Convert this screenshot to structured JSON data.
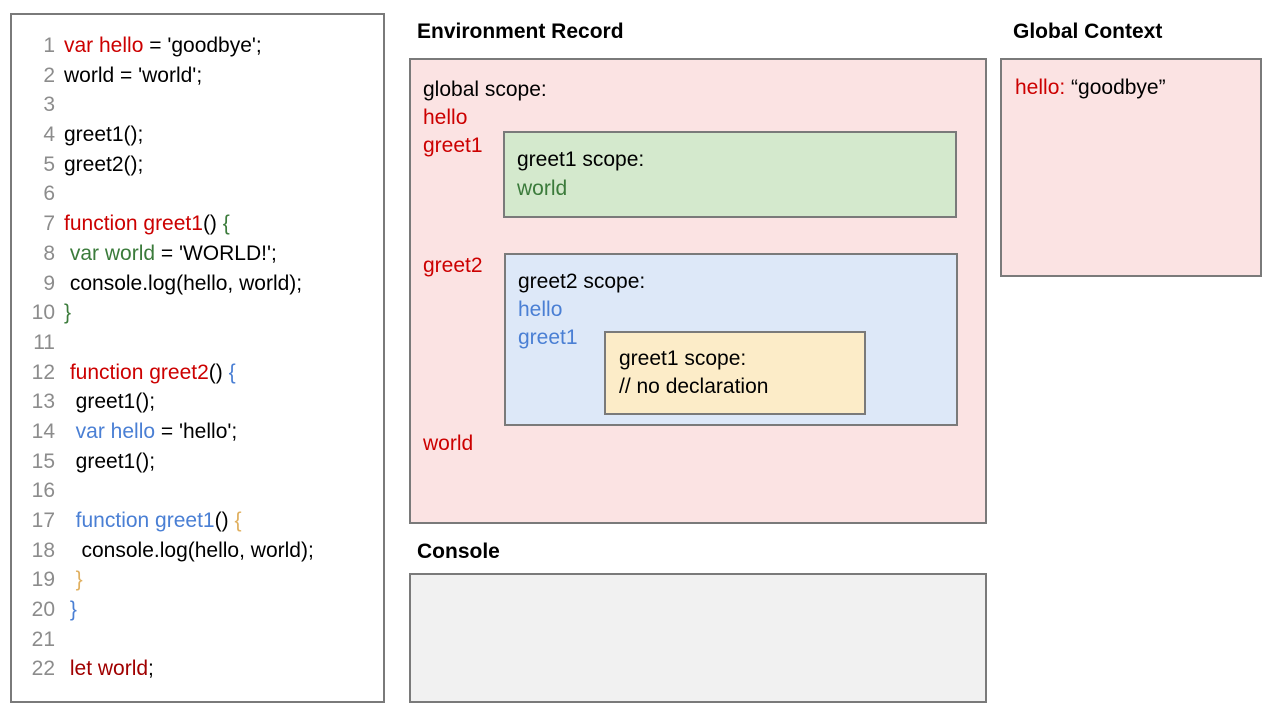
{
  "code_panel": {
    "lines": [
      {
        "num": "1",
        "segments": [
          {
            "t": "var hello",
            "c": "red"
          },
          {
            "t": " = 'goodbye';",
            "c": "black"
          }
        ]
      },
      {
        "num": "2",
        "segments": [
          {
            "t": "world = 'world';",
            "c": "black"
          }
        ]
      },
      {
        "num": "3",
        "segments": [
          {
            "t": "",
            "c": "black"
          }
        ]
      },
      {
        "num": "4",
        "segments": [
          {
            "t": "greet1();",
            "c": "black"
          }
        ]
      },
      {
        "num": "5",
        "segments": [
          {
            "t": "greet2();",
            "c": "black"
          }
        ]
      },
      {
        "num": "6",
        "segments": [
          {
            "t": "",
            "c": "black"
          }
        ]
      },
      {
        "num": "7",
        "segments": [
          {
            "t": "function greet1",
            "c": "red"
          },
          {
            "t": "() ",
            "c": "black"
          },
          {
            "t": "{",
            "c": "green"
          }
        ]
      },
      {
        "num": "8",
        "segments": [
          {
            "t": " ",
            "c": "black"
          },
          {
            "t": "var world",
            "c": "green"
          },
          {
            "t": " = 'WORLD!';",
            "c": "black"
          }
        ]
      },
      {
        "num": "9",
        "segments": [
          {
            "t": " console.log(hello, world);",
            "c": "black"
          }
        ]
      },
      {
        "num": "10",
        "segments": [
          {
            "t": "}",
            "c": "green"
          }
        ]
      },
      {
        "num": "11",
        "segments": [
          {
            "t": "",
            "c": "black"
          }
        ]
      },
      {
        "num": "12",
        "segments": [
          {
            "t": " ",
            "c": "black"
          },
          {
            "t": "function greet2",
            "c": "red"
          },
          {
            "t": "() ",
            "c": "black"
          },
          {
            "t": "{",
            "c": "blue"
          }
        ]
      },
      {
        "num": "13",
        "segments": [
          {
            "t": "  greet1();",
            "c": "black"
          }
        ]
      },
      {
        "num": "14",
        "segments": [
          {
            "t": "  ",
            "c": "black"
          },
          {
            "t": "var hello",
            "c": "blue"
          },
          {
            "t": " = 'hello';",
            "c": "black"
          }
        ]
      },
      {
        "num": "15",
        "segments": [
          {
            "t": "  greet1();",
            "c": "black"
          }
        ]
      },
      {
        "num": "16",
        "segments": [
          {
            "t": "",
            "c": "black"
          }
        ]
      },
      {
        "num": "17",
        "segments": [
          {
            "t": "  ",
            "c": "black"
          },
          {
            "t": "function greet1",
            "c": "blue"
          },
          {
            "t": "() ",
            "c": "black"
          },
          {
            "t": "{",
            "c": "tan"
          }
        ]
      },
      {
        "num": "18",
        "segments": [
          {
            "t": "   console.log(hello, world);",
            "c": "black"
          }
        ]
      },
      {
        "num": "19",
        "segments": [
          {
            "t": "  ",
            "c": "black"
          },
          {
            "t": "}",
            "c": "tan"
          }
        ]
      },
      {
        "num": "20",
        "segments": [
          {
            "t": " ",
            "c": "black"
          },
          {
            "t": "}",
            "c": "blue"
          }
        ]
      },
      {
        "num": "21",
        "segments": [
          {
            "t": "",
            "c": "black"
          }
        ]
      },
      {
        "num": "22",
        "segments": [
          {
            "t": " ",
            "c": "black"
          },
          {
            "t": "let world",
            "c": "darkred"
          },
          {
            "t": ";",
            "c": "black"
          }
        ]
      }
    ]
  },
  "environment_record": {
    "title": "Environment Record",
    "global_scope_label": "global scope:",
    "bindings": {
      "hello": "hello",
      "greet1": "greet1",
      "greet2": "greet2",
      "world": "world"
    },
    "greet1_scope": {
      "heading": "greet1 scope:",
      "entry": "world"
    },
    "greet2_scope": {
      "heading": "greet2 scope:",
      "entry_hello": "hello",
      "entry_greet1": "greet1",
      "nested_greet1_scope": {
        "heading": "greet1 scope:",
        "entry": "// no declaration"
      }
    }
  },
  "global_context": {
    "title": "Global Context",
    "entry_key": "hello:",
    "entry_value": "“goodbye”"
  },
  "console": {
    "title": "Console",
    "output": ""
  },
  "colors": {
    "red": "#cc0000",
    "dark_red": "#a00000",
    "green": "#3b7b3b",
    "blue": "#4a7fd4",
    "tan": "#e0b060",
    "pink_fill": "#fbe3e3",
    "green_fill": "#d4e9cd",
    "blue_fill": "#dde8f8",
    "yellow_fill": "#fcecc8",
    "console_fill": "#f1f1f1",
    "border": "#7a7a7a",
    "line_number": "#8c8c8c"
  }
}
